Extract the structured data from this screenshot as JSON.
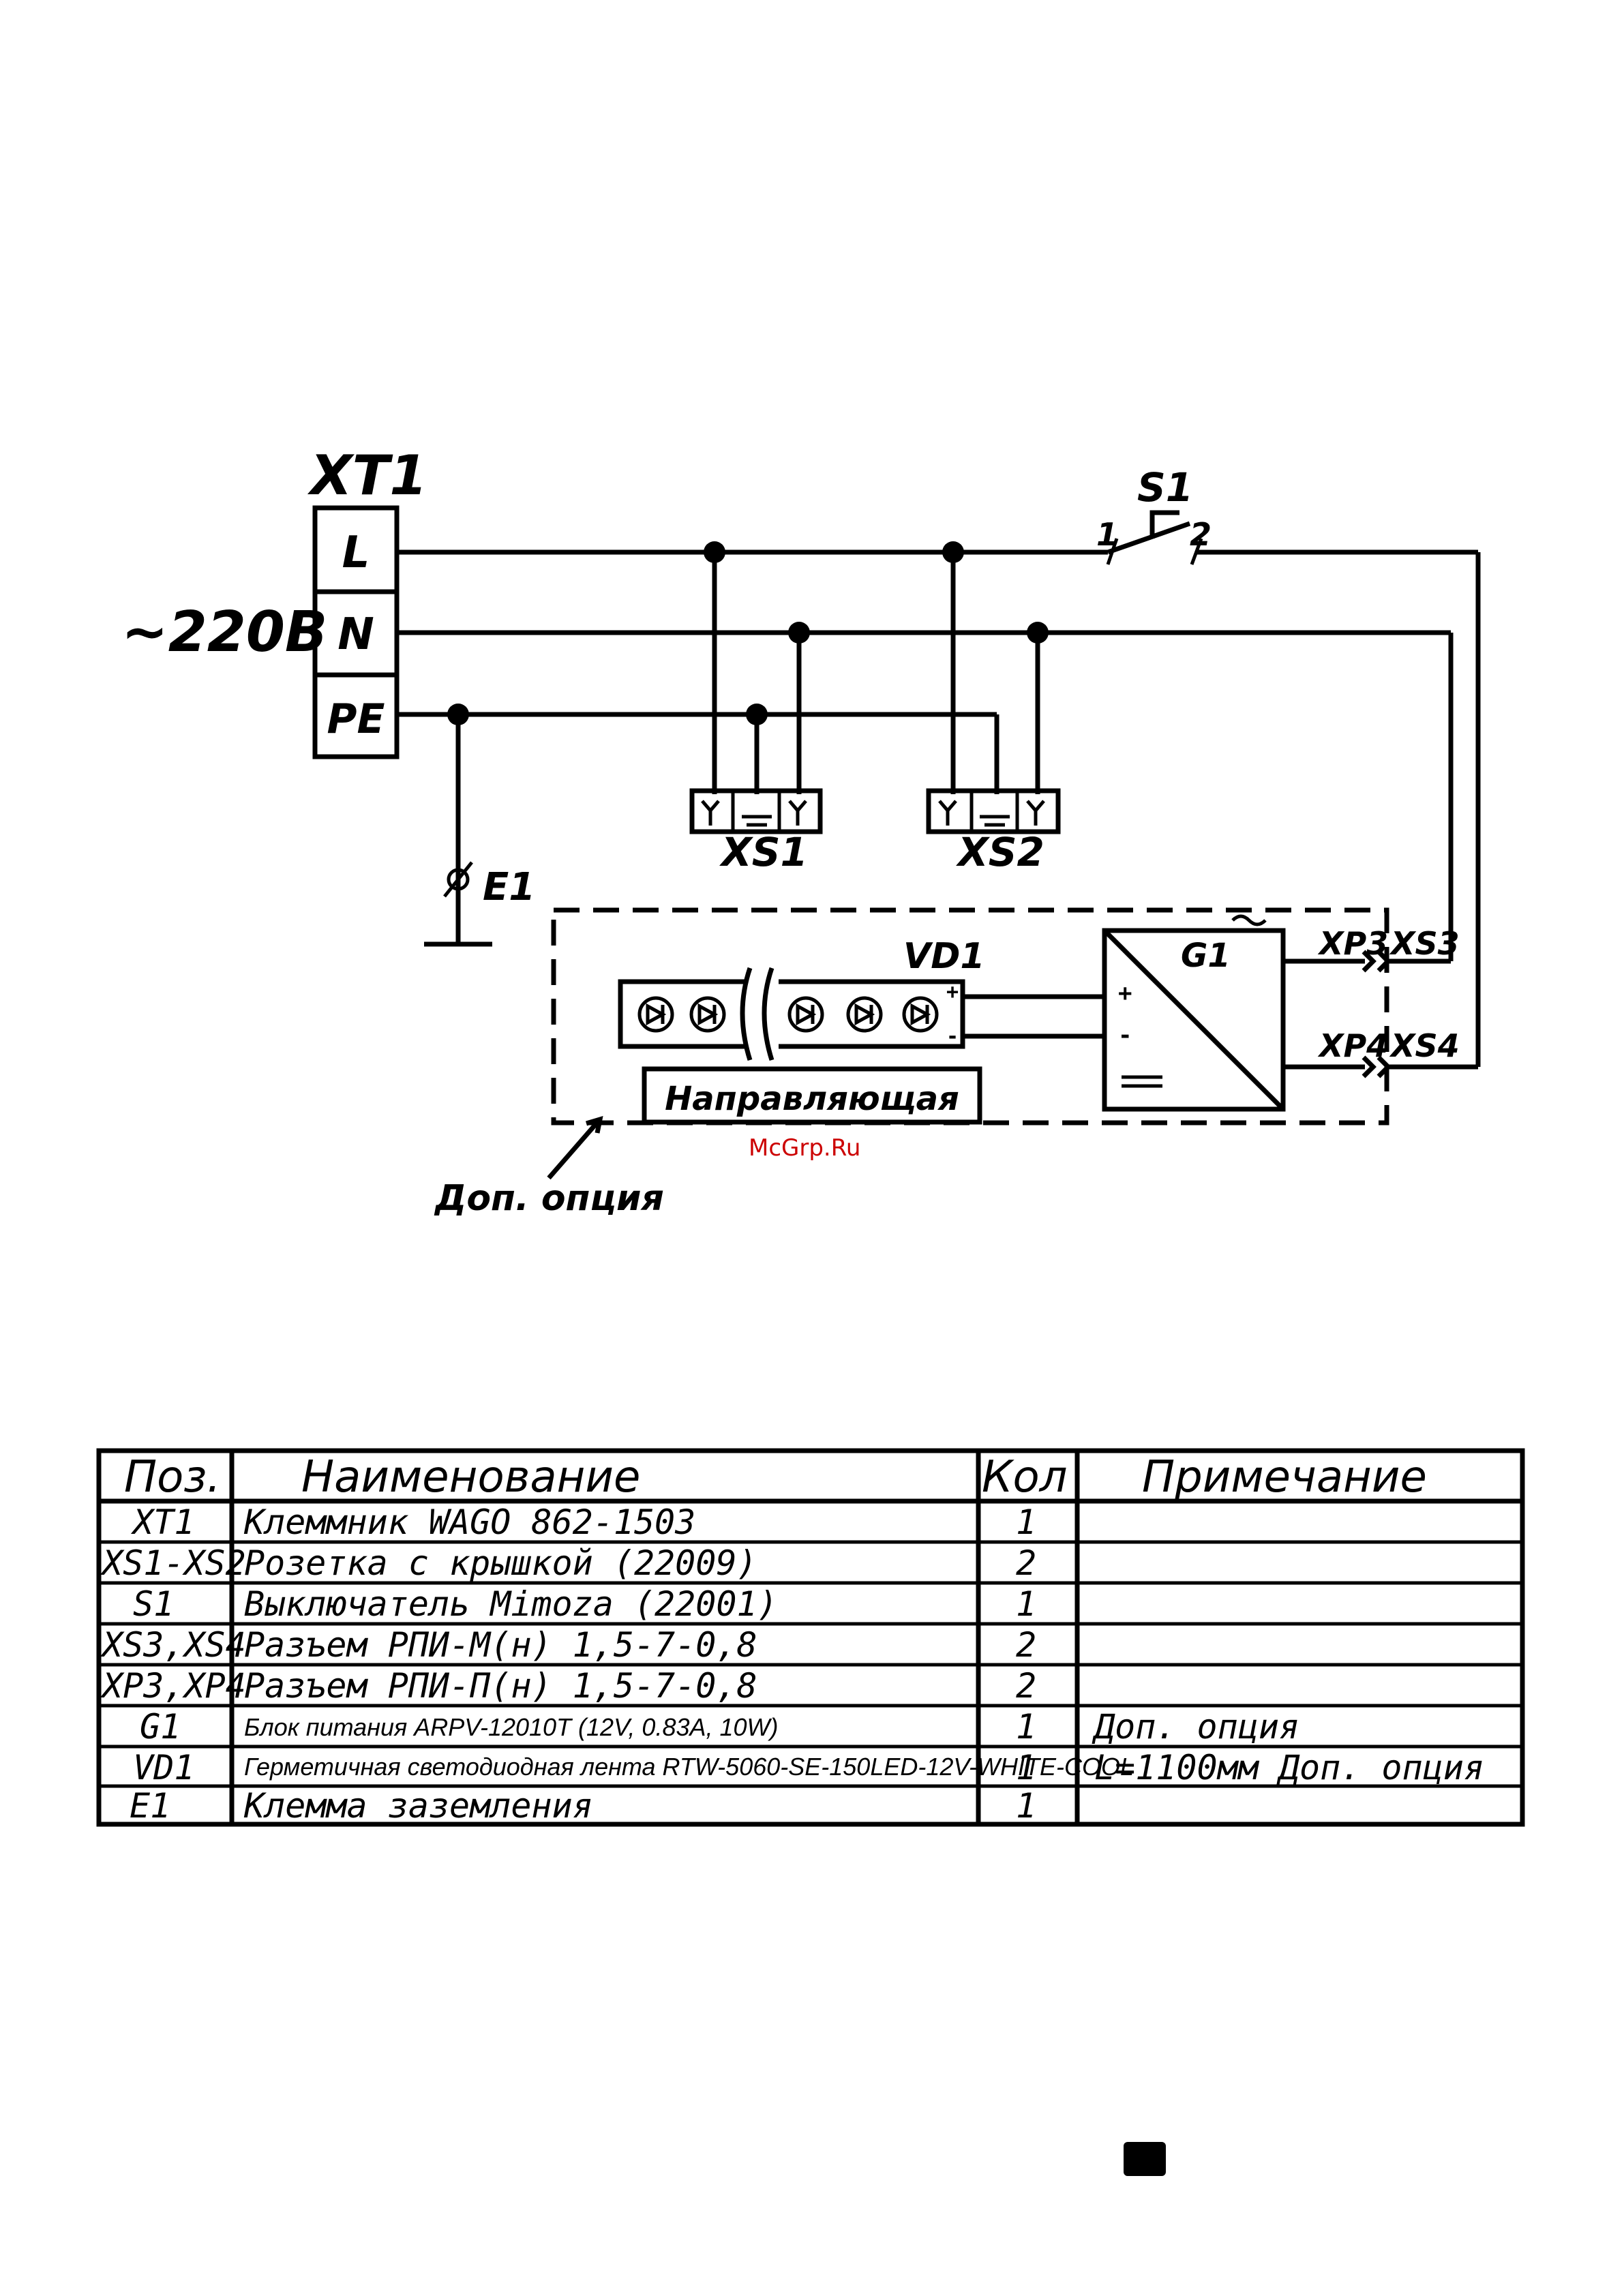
{
  "diagram": {
    "terminal_block": "XT1",
    "terminal_L": "L",
    "terminal_N": "N",
    "terminal_PE": "PE",
    "voltage": "~220В",
    "switch": "S1",
    "switch_pin1": "1",
    "switch_pin2": "2",
    "socket1": "XS1",
    "socket2": "XS2",
    "ground": "E1",
    "led_strip": "VD1",
    "power_supply": "G1",
    "connector_xp3": "XP3",
    "connector_xs3": "XS3",
    "connector_xp4": "XP4",
    "connector_xs4": "XS4",
    "guide": "Направляющая",
    "option_note": "Доп. опция",
    "plus": "+",
    "minus": "-",
    "ac_symbol": "~"
  },
  "watermark": "McGrp.Ru",
  "table": {
    "headers": [
      "Поз.",
      "Наименование",
      "Кол",
      "Примечание"
    ],
    "rows": [
      {
        "pos": "XT1",
        "name": "Клеммник WAGO 862-1503",
        "qty": "1",
        "note": ""
      },
      {
        "pos": "XS1-XS2",
        "name": "Розетка с крышкой (22009)",
        "qty": "2",
        "note": ""
      },
      {
        "pos": "S1",
        "name": "Выключатель Mimoza (22001)",
        "qty": "1",
        "note": ""
      },
      {
        "pos": "XS3,XS4",
        "name": "Разъем РПИ-М(н) 1,5-7-0,8",
        "qty": "2",
        "note": ""
      },
      {
        "pos": "XP3,XP4",
        "name": "Разъем РПИ-П(н) 1,5-7-0,8",
        "qty": "2",
        "note": ""
      },
      {
        "pos": "G1",
        "name": "Блок питания ARPV-12010T (12V, 0.83A, 10W)",
        "qty": "1",
        "note": "Доп. опция"
      },
      {
        "pos": "VD1",
        "name": "Герметичная светодиодная лента RTW-5060-SE-150LED-12V-WHITE-COOL",
        "qty": "1",
        "note": "L=1100мм Доп. опция"
      },
      {
        "pos": "E1",
        "name": "Клемма заземления",
        "qty": "1",
        "note": ""
      }
    ]
  }
}
